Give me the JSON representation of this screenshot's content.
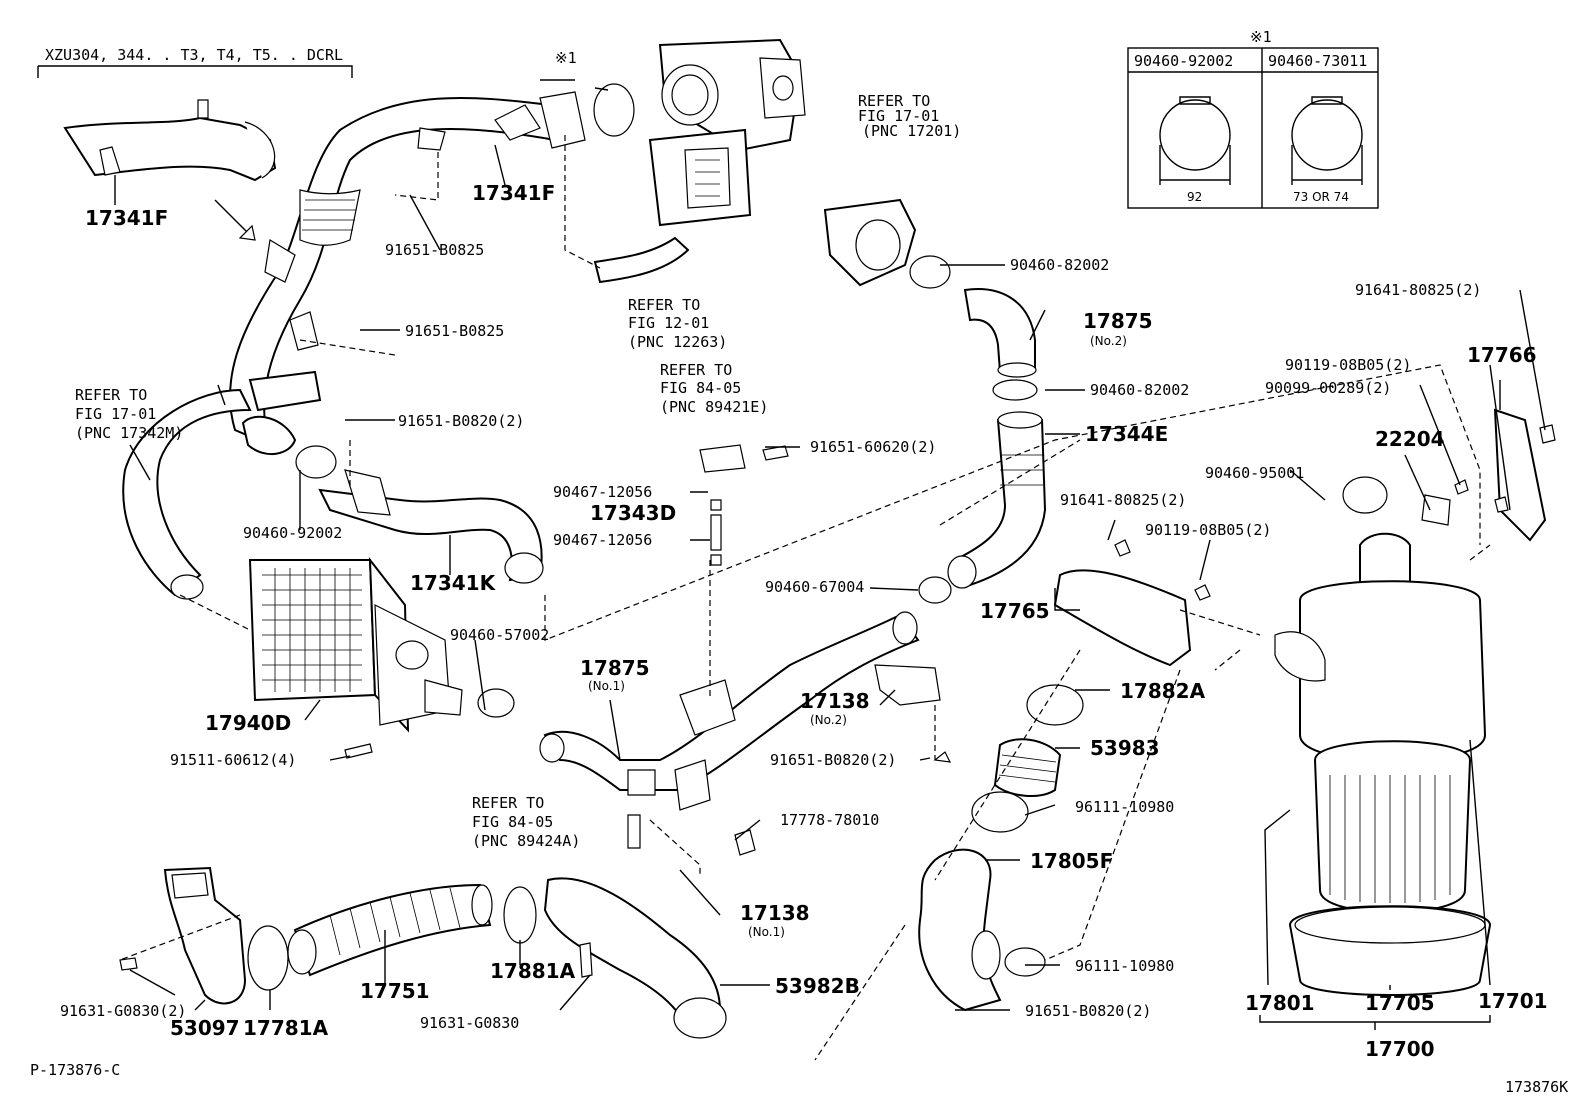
{
  "header": {
    "model_note": "XZU304, 344. . T3, T4, T5. . DCRL",
    "page_code": "P-173876-C",
    "figure_id": "173876K"
  },
  "clamp_table": {
    "marker": "※1",
    "col1_part": "90460-92002",
    "col2_part": "90460-73011",
    "col1_size": "92",
    "col2_size": "73 OR 74"
  },
  "labels": {
    "p17341F_a": "17341F",
    "p17341F_b": "17341F",
    "p91651B0825_a": "91651-B0825",
    "p91651B0825_b": "91651-B0825",
    "p91651B0820_a": "91651-B0820(2)",
    "p91651B0820_b": "91651-B0820(2)",
    "p91651B0820_c": "91651-B0820(2)",
    "p90460_92002": "90460-92002",
    "p17341K": "17341K",
    "p17940D": "17940D",
    "p91511": "91511-60612(4)",
    "p90460_57002": "90460-57002",
    "p17875_no1": "17875",
    "p17875_no1_sub": "(No.1)",
    "p17875_no2": "17875",
    "p17875_no2_sub": "(No.2)",
    "p90460_82002_a": "90460-82002",
    "p90460_82002_b": "90460-82002",
    "p17344E": "17344E",
    "p91651_60620": "91651-60620(2)",
    "p90467_a": "90467-12056",
    "p90467_b": "90467-12056",
    "p17343D": "17343D",
    "p90460_67004": "90460-67004",
    "p17138_no2": "17138",
    "p17138_no2_sub": "(No.2)",
    "p17138_no1": "17138",
    "p17138_no1_sub": "(No.1)",
    "p17778": "17778-78010",
    "p17765": "17765",
    "p91641_a": "91641-80825(2)",
    "p91641_b": "91641-80825(2)",
    "p90119_a": "90119-08B05(2)",
    "p90119_b": "90119-08B05(2)",
    "p90099": "90099-00289(2)",
    "p17766": "17766",
    "p22204": "22204",
    "p90460_95001": "90460-95001",
    "p17882A": "17882A",
    "p53983": "53983",
    "p96111_a": "96111-10980",
    "p96111_b": "96111-10980",
    "p17805F": "17805F",
    "p17751": "17751",
    "p17881A": "17881A",
    "p53982B": "53982B",
    "p91631_a": "91631-G0830(2)",
    "p91631_b": "91631-G0830",
    "p53097": "53097",
    "p17781A": "17781A",
    "p17801": "17801",
    "p17705": "17705",
    "p17701": "17701",
    "p17700": "17700",
    "mark1": "※1"
  },
  "refs": {
    "r1_l1": "REFER TO",
    "r1_l2": "FIG 17-01",
    "r1_l3": "(PNC 17201)",
    "r2_l1": "REFER TO",
    "r2_l2": "FIG 12-01",
    "r2_l3": "(PNC 12263)",
    "r3_l1": "REFER TO",
    "r3_l2": "FIG 84-05",
    "r3_l3": "(PNC 89421E)",
    "r4_l1": "REFER TO",
    "r4_l2": "FIG 17-01",
    "r4_l3": "(PNC 17342M)",
    "r5_l1": "REFER TO",
    "r5_l2": "FIG 84-05",
    "r5_l3": "(PNC 89424A)"
  }
}
